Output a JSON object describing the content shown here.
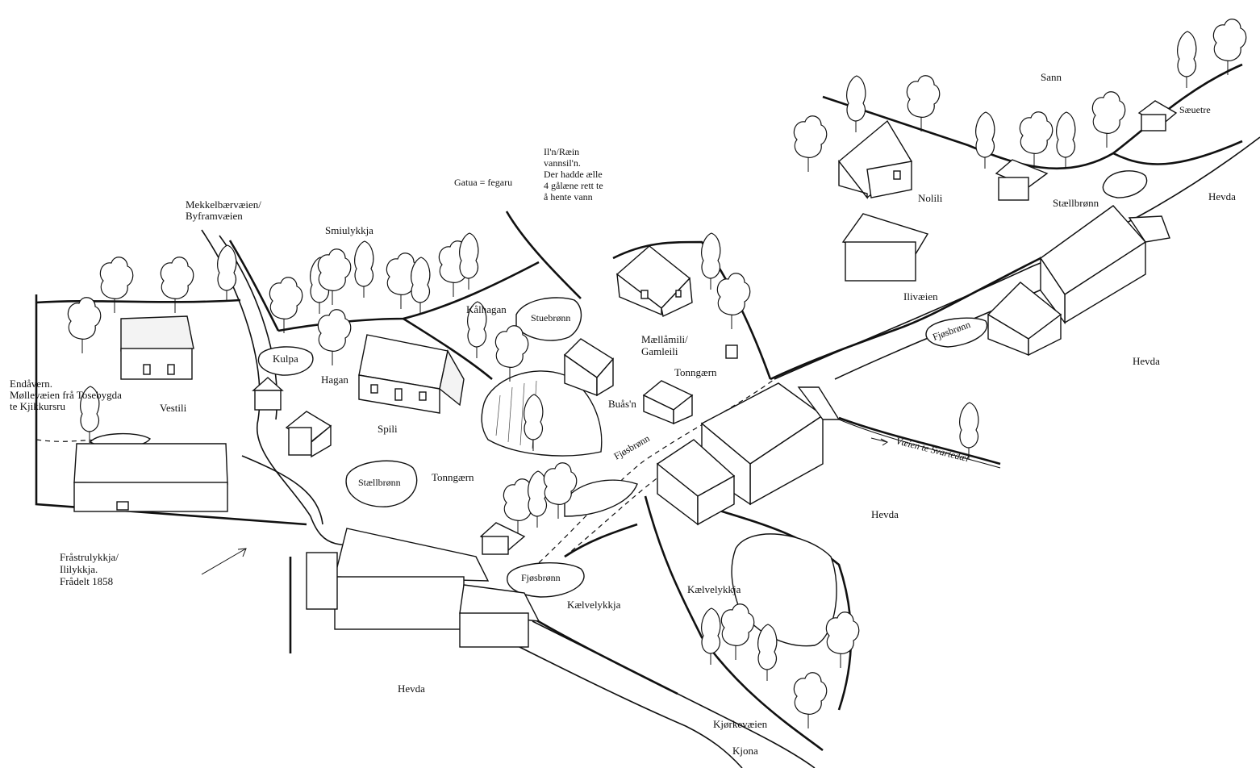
{
  "map": {
    "labels": {
      "sann": "Sann",
      "saeuetre": "Sæuetre",
      "nolili": "Nolili",
      "staellbronn_ne": "Stællbrønn",
      "hevda_ne": "Hevda",
      "ilivaeien": "Ilivæien",
      "fjosbronn_e": "Fjøsbrønn",
      "hevda_e": "Hevda",
      "in_raein_1": "Il'n/Ræin",
      "in_raein_2": "vannsil'n.",
      "in_raein_3": "Der hadde ælle",
      "in_raein_4": "4 gålæne rett te",
      "in_raein_5": "å hente vann",
      "gatua": "Gatua = fegaru",
      "mekkelbaer_1": "Mekkelbærvæien/",
      "mekkelbaer_2": "Byframvæien",
      "smiulykkja": "Smiulykkja",
      "kalhagan": "Kålhagan",
      "stuebronn": "Stuebrønn",
      "maellamili_1": "Mællåmili/",
      "maellamili_2": "Gamleili",
      "tonngaern_n": "Tonngærn",
      "kulpa": "Kulpa",
      "hagan": "Hagan",
      "endavern_1": "Endåvern.",
      "endavern_2": "Møllevæien frå Tosebygda",
      "endavern_3": "te Kjikkursru",
      "vestili": "Vestili",
      "spili": "Spili",
      "buasn": "Buås'n",
      "fjosbronn_c": "Fjøsbrønn",
      "vaeien_svartedael": "Væien te Svartedæl",
      "staellbronn_c": "Stællbrønn",
      "tonngaern_s": "Tonngærn",
      "hevda_c": "Hevda",
      "frastrulykkja_1": "Fråstrulykkja/",
      "frastrulykkja_2": "Ililykkja.",
      "frastrulykkja_3": "Frådelt 1858",
      "fjosbronn_s": "Fjøsbrønn",
      "kaelvelykkja_1": "Kælvelykkja",
      "kaelvelykkja_2": "Kælvelykkja",
      "hevda_s": "Hevda",
      "kjorkevaeien": "Kjørkevæien",
      "kjona": "Kjona"
    }
  }
}
